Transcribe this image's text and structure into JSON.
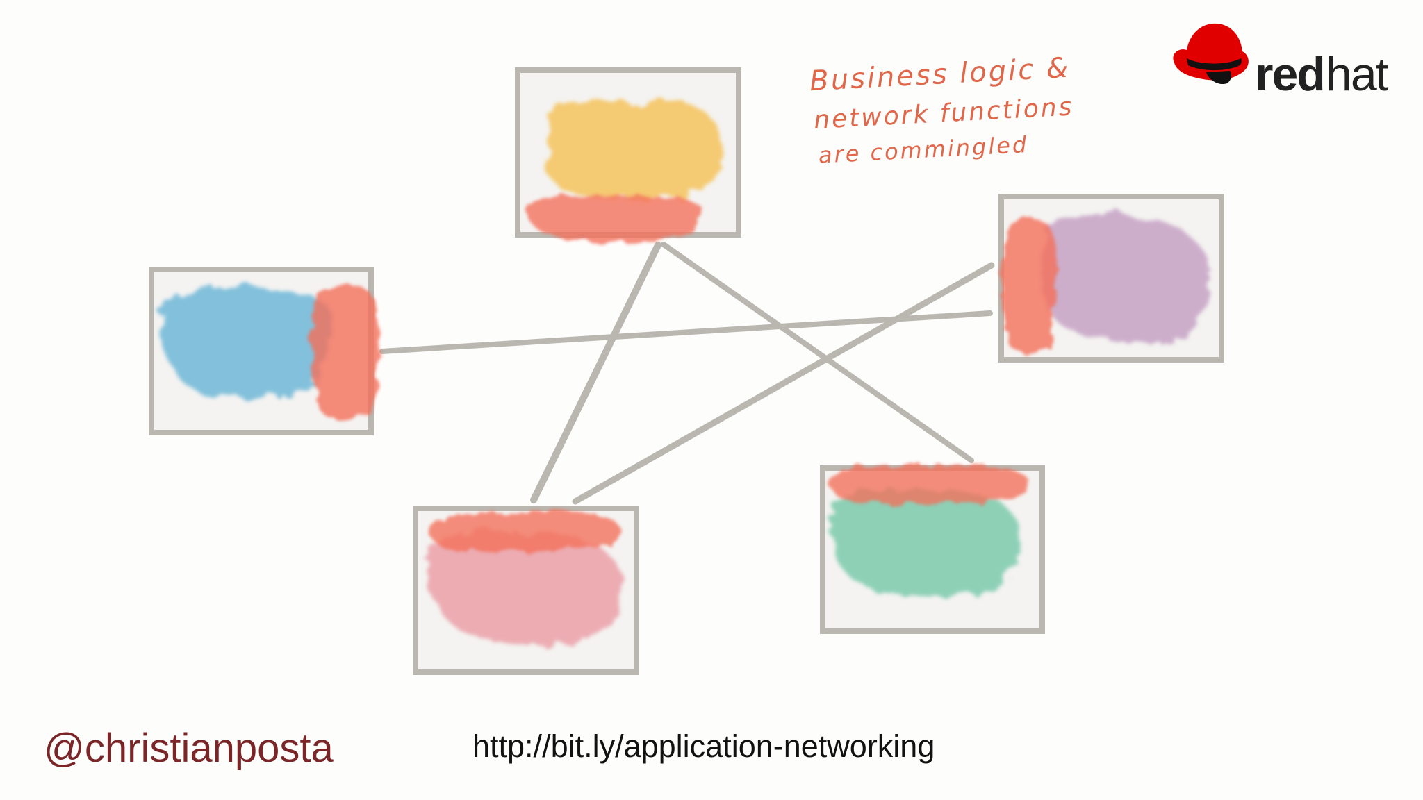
{
  "annotation": {
    "lines": [
      "Business logic &",
      "network functions",
      "are commingled"
    ]
  },
  "footer": {
    "handle": "@christianposta",
    "url": "http://bit.ly/application-networking"
  },
  "logo": {
    "word_bold": "red",
    "word_light": "hat"
  },
  "colors": {
    "box_border": "#b9b7b0",
    "connector": "#b9b7b0",
    "network_blob": "#f46f5a",
    "annotation": "#e0674a",
    "handle_text": "#7a2628",
    "url_text": "#111111",
    "logo_red": "#e00000",
    "logo_text": "#222222"
  },
  "services": [
    {
      "id": "top",
      "blob_color": "#f5c35c",
      "network_side": "bottom"
    },
    {
      "id": "left",
      "blob_color": "#6fb8d8",
      "network_side": "right"
    },
    {
      "id": "right",
      "blob_color": "#c6a2c5",
      "network_side": "left"
    },
    {
      "id": "bottom-left",
      "blob_color": "#eba0a8",
      "network_side": "top"
    },
    {
      "id": "bottom-right",
      "blob_color": "#7ccbac",
      "network_side": "top"
    }
  ]
}
